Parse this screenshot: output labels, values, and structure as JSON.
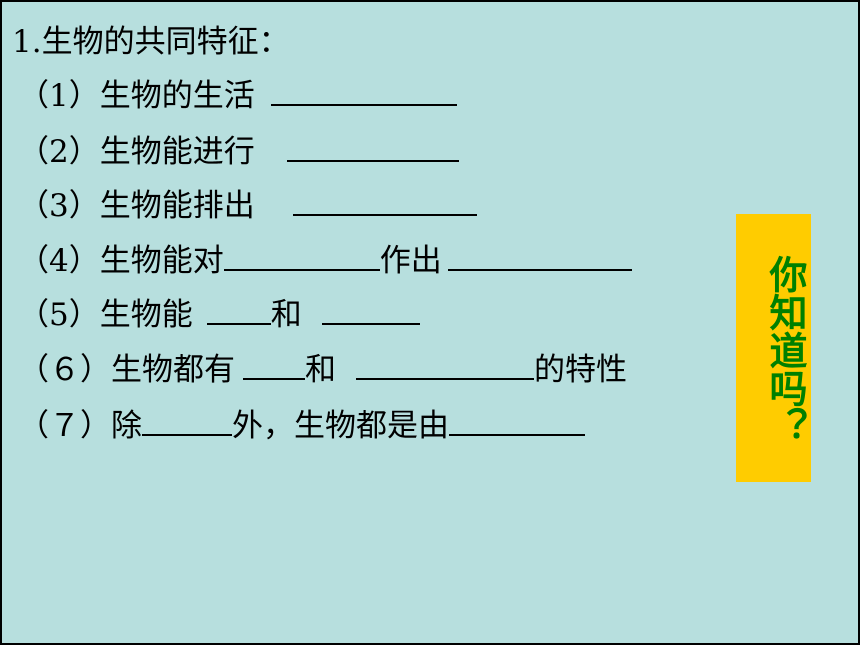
{
  "heading": "1.生物的共同特征：",
  "items": [
    {
      "prefix": "（1）生物的生活",
      "mid": "",
      "suffix": ""
    },
    {
      "prefix": "（2）生物能进行",
      "mid": "",
      "suffix": ""
    },
    {
      "prefix": "（3）生物能排出",
      "mid": "",
      "suffix": ""
    },
    {
      "prefix": "（4）生物能对",
      "mid": "作出",
      "suffix": ""
    },
    {
      "prefix": "（5）生物能",
      "mid": "和",
      "suffix": ""
    },
    {
      "prefix": "（６）生物都有",
      "mid": "和",
      "suffix": "的特性"
    },
    {
      "prefix": "（７）除",
      "mid": "外，生物都是由",
      "suffix": ""
    }
  ],
  "callout": {
    "text": "你知道吗？",
    "background": "#ffcc00",
    "color": "#008000"
  },
  "colors": {
    "slide_background": "#b7dfde",
    "frame": "#000000"
  }
}
